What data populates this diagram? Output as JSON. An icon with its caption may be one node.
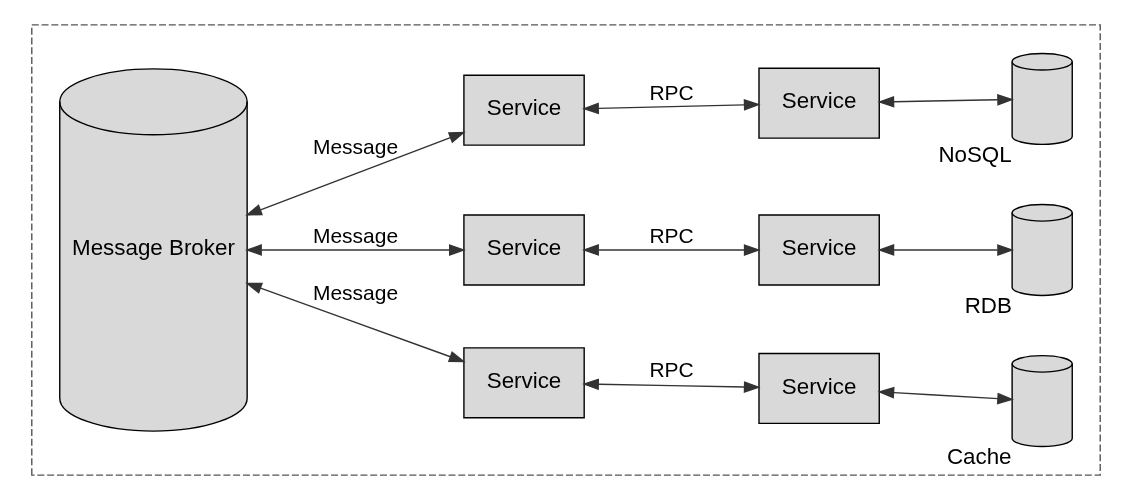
{
  "diagram": {
    "nodes": [
      {
        "text": [],
        "shape": "box"
      },
      {
        "text": [
          "Message Broker"
        ],
        "in": 0
      },
      {
        "text": [
          "Service"
        ],
        "in": 0
      },
      {
        "text": [
          "Service"
        ],
        "in": 0
      },
      {
        "text": [
          "Service"
        ],
        "in": 0
      },
      {
        "text": [
          "Service"
        ],
        "in": 0
      },
      {
        "text": [
          "Service"
        ],
        "in": 0
      },
      {
        "text": [
          "Service"
        ],
        "in": 0
      },
      {
        "text": [],
        "shape": "cylinder",
        "beside": [
          "Cache"
        ],
        "in": 0
      },
      {
        "text": [],
        "shape": "cylinder",
        "beside": [
          "RDB"
        ],
        "in": 0
      },
      {
        "text": [],
        "shape": "cylinder",
        "beside": [
          "NoSQL"
        ],
        "in": 0
      }
    ],
    "edges": [
      {
        "from": 1,
        "to": 2,
        "arrow": "both",
        "label": "Message"
      },
      {
        "from": 2,
        "to": 3,
        "arrow": "both",
        "label": "RPC"
      },
      {
        "from": 3,
        "to": 8,
        "arrow": "both"
      },
      {
        "from": 1,
        "to": 4,
        "arrow": "both",
        "label": "Message"
      },
      {
        "from": 4,
        "to": 5,
        "arrow": "both",
        "label": "RPC"
      },
      {
        "from": 5,
        "to": 9,
        "arrow": "both"
      },
      {
        "from": 1,
        "to": 6,
        "arrow": "both",
        "label": "Message"
      },
      {
        "from": 6,
        "to": 7,
        "arrow": "both",
        "label": "RPC"
      },
      {
        "from": 7,
        "to": 10,
        "arrow": "both"
      }
    ]
  }
}
